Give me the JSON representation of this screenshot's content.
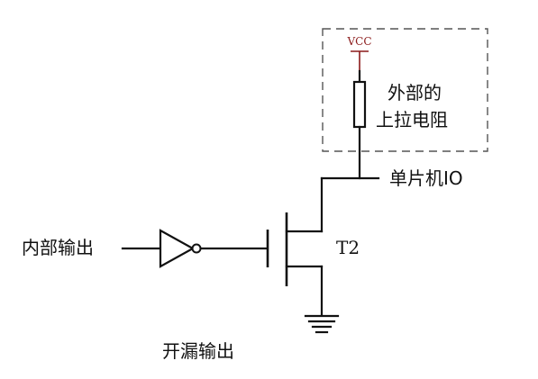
{
  "labels": {
    "vcc": "VCC",
    "pullup_line1": "外部的",
    "pullup_line2": "上拉电阻",
    "mcu_io": "单片机IO",
    "internal_output": "内部输出",
    "transistor": "T2",
    "open_drain": "开漏输出"
  },
  "colors": {
    "vcc": "#8b1a1a",
    "wire": "#111111",
    "box_dash": "#555555"
  }
}
